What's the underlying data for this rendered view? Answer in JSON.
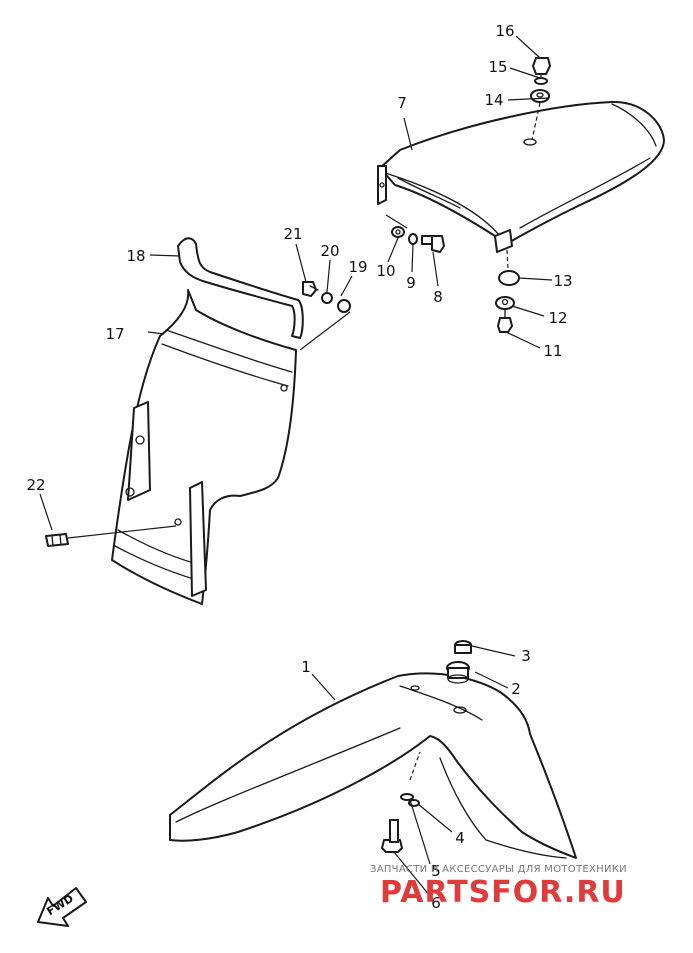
{
  "callouts": [
    "1",
    "2",
    "3",
    "4",
    "5",
    "6",
    "7",
    "8",
    "9",
    "10",
    "11",
    "12",
    "13",
    "14",
    "15",
    "16",
    "17",
    "18",
    "19",
    "20",
    "21",
    "22"
  ],
  "fwd_label": "FWD",
  "watermark": {
    "top_text": "ЗАПЧАСТИ И АКСЕССУАРЫ ДЛЯ МОТОТЕХНИКИ",
    "main_text": "PARTSFOR.RU",
    "color": "#e03a3a"
  }
}
